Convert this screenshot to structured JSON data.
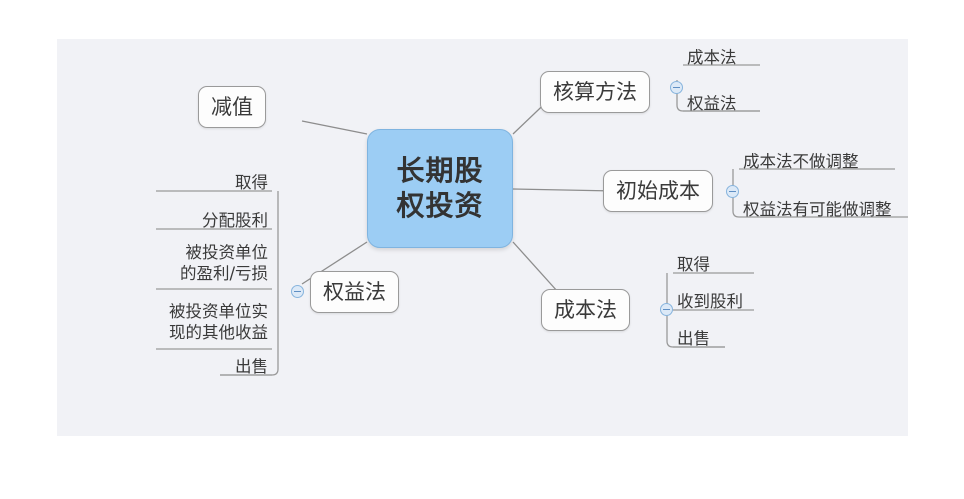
{
  "canvas": {
    "background_color": "#f1f2f6",
    "page_background": "#ffffff"
  },
  "root": {
    "label": "长期股权投资",
    "line1": "长期股",
    "line2": "权投资",
    "fill_color": "#9ccdf4",
    "border_color": "#7fb4e0",
    "text_color": "#333333"
  },
  "toggle_icon": {
    "name": "collapse-toggle-icon",
    "glyph": "−",
    "fill_color": "#dce9f7",
    "border_color": "#87b4dd"
  },
  "branches": [
    {
      "id": "impairment",
      "label": "减值",
      "side": "left",
      "children": []
    },
    {
      "id": "accounting-method",
      "label": "核算方法",
      "side": "right",
      "has_toggle": true,
      "children": [
        {
          "label": "成本法"
        },
        {
          "label": "权益法"
        }
      ]
    },
    {
      "id": "initial-cost",
      "label": "初始成本",
      "side": "right",
      "has_toggle": true,
      "children": [
        {
          "label": "成本法不做调整"
        },
        {
          "label": "权益法有可能做调整"
        }
      ]
    },
    {
      "id": "cost-method",
      "label": "成本法",
      "side": "right",
      "has_toggle": true,
      "children": [
        {
          "label": "取得"
        },
        {
          "label": "收到股利"
        },
        {
          "label": "出售"
        }
      ]
    },
    {
      "id": "equity-method",
      "label": "权益法",
      "side": "left",
      "has_toggle": true,
      "children": [
        {
          "label": "取得"
        },
        {
          "label": "分配股利"
        },
        {
          "label": "被投资单位的盈利/亏损",
          "line1": "被投资单位",
          "line2": "的盈利/亏损"
        },
        {
          "label": "被投资单位实现的其他收益",
          "line1": "被投资单位实",
          "line2": "现的其他收益"
        },
        {
          "label": "出售"
        }
      ]
    }
  ]
}
